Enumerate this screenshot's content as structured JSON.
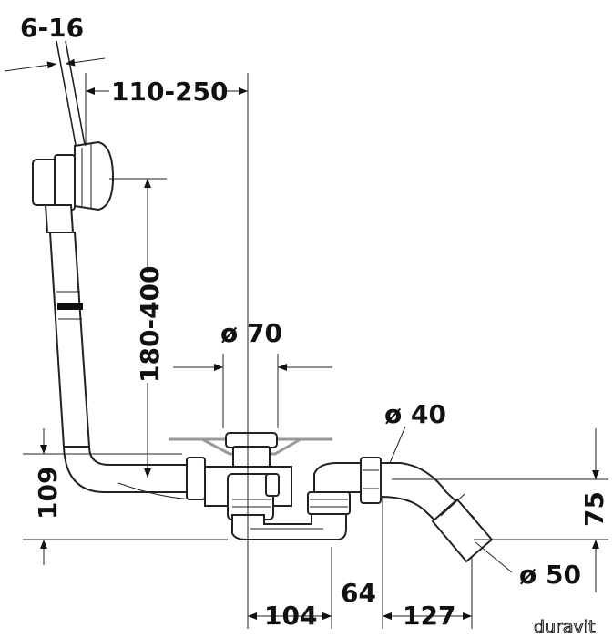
{
  "dimensions": {
    "wall_thickness": "6-16",
    "overflow_offset": "110-250",
    "overflow_height": "180-400",
    "drain_diameter": "ø 70",
    "outlet_diameter": "ø 40",
    "pipe_diameter": "ø 50",
    "trap_height": "109",
    "outlet_height": "75",
    "width_104": "104",
    "width_64": "64",
    "width_127": "127"
  },
  "brand": "duravit"
}
